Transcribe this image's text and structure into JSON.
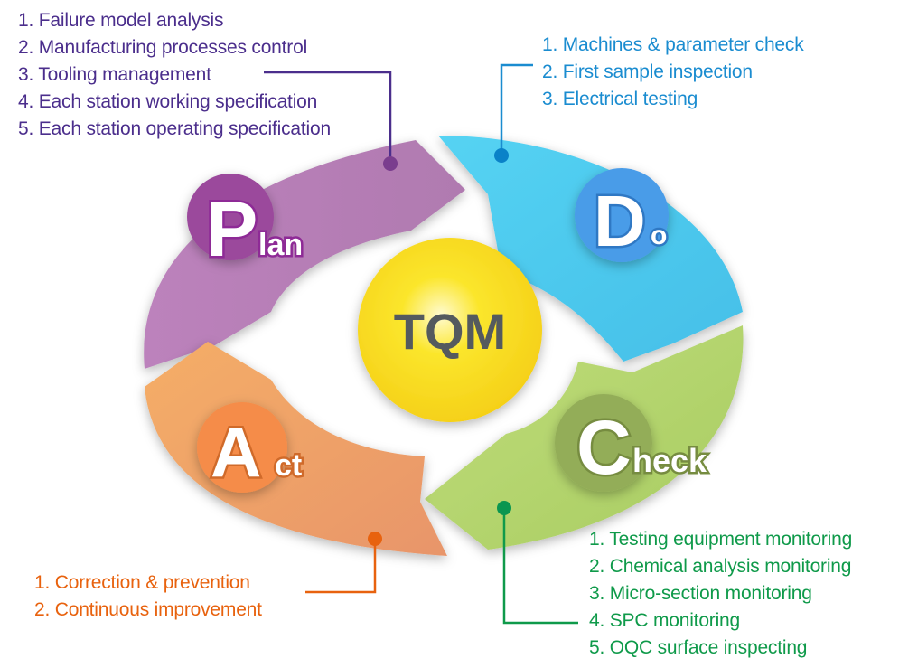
{
  "center": {
    "label": "TQM"
  },
  "stages": {
    "plan": {
      "initial": "P",
      "rest": "lan",
      "color": "#b47bb4",
      "badge_color": "#9b4a9c",
      "items": [
        "1. Failure model analysis",
        "2. Manufacturing processes control",
        "3. Tooling management",
        "4. Each station working specification",
        "5. Each station operating specification"
      ]
    },
    "do": {
      "initial": "D",
      "rest": "o",
      "color": "#4dcdf0",
      "badge_color": "#4a9ce8",
      "items": [
        "1. Machines & parameter check",
        "2. First sample inspection",
        "3. Electrical testing"
      ]
    },
    "check": {
      "initial": "C",
      "rest": "heck",
      "color": "#b5d56e",
      "badge_color": "#93ad58",
      "items": [
        "1. Testing equipment monitoring",
        "2. Chemical analysis monitoring",
        "3. Micro-section monitoring",
        "4. SPC monitoring",
        "5. OQC surface inspecting"
      ]
    },
    "act": {
      "initial": "A",
      "rest": "ct",
      "color": "#f2a262",
      "badge_color": "#f58c48",
      "items": [
        "1. Correction & prevention",
        "2. Continuous improvement"
      ]
    }
  }
}
